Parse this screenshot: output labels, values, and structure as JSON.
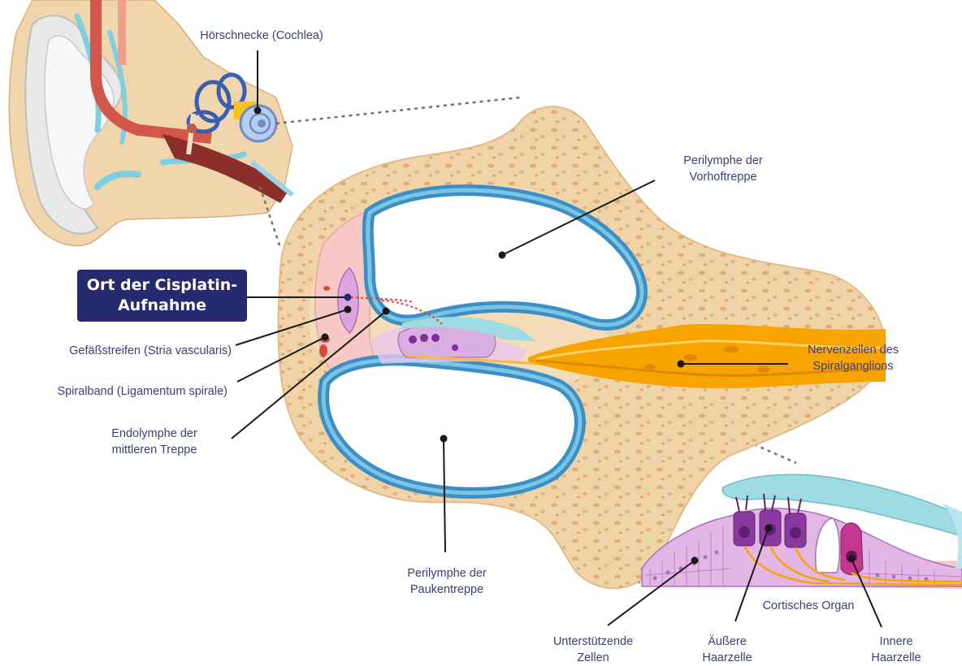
{
  "labels": {
    "cochlea": "Hörschnecke (Cochlea)",
    "scala_vestibuli": [
      "Perilymphe der",
      "Vorhoftreppe"
    ],
    "cisplatin": [
      "Ort der Cisplatin-",
      "Aufnahme"
    ],
    "stria": "Gefäßstreifen (Stria vascularis)",
    "ligament": "Spiralband (Ligamentum spirale)",
    "endolymph": [
      "Endolymphe der",
      "mittleren Treppe"
    ],
    "ganglion": [
      "Nervenzellen des",
      "Spiralganglions"
    ],
    "scala_tympani": [
      "Perilymphe der",
      "Paukentreppe"
    ],
    "corti": "Cortisches Organ",
    "supporting": [
      "Unterstützende",
      "Zellen"
    ],
    "outer_hair": [
      "Äußere",
      "Haarzelle"
    ],
    "inner_hair": [
      "Innere",
      "Haarzelle"
    ]
  },
  "colors": {
    "label_text": "#3a3f7a",
    "highlight_box": "#262a6e",
    "bone": "#f0d3a6",
    "bone_dots": "#e0b07c",
    "fluid_blue": "#5aa9d6",
    "stria_pink": "#f6c8c8",
    "nerve_orange": "#f7a400",
    "corti_purple": "#d9aee0",
    "hair_cell": "#8a3a9e",
    "tectorial": "#9fdbe3"
  }
}
